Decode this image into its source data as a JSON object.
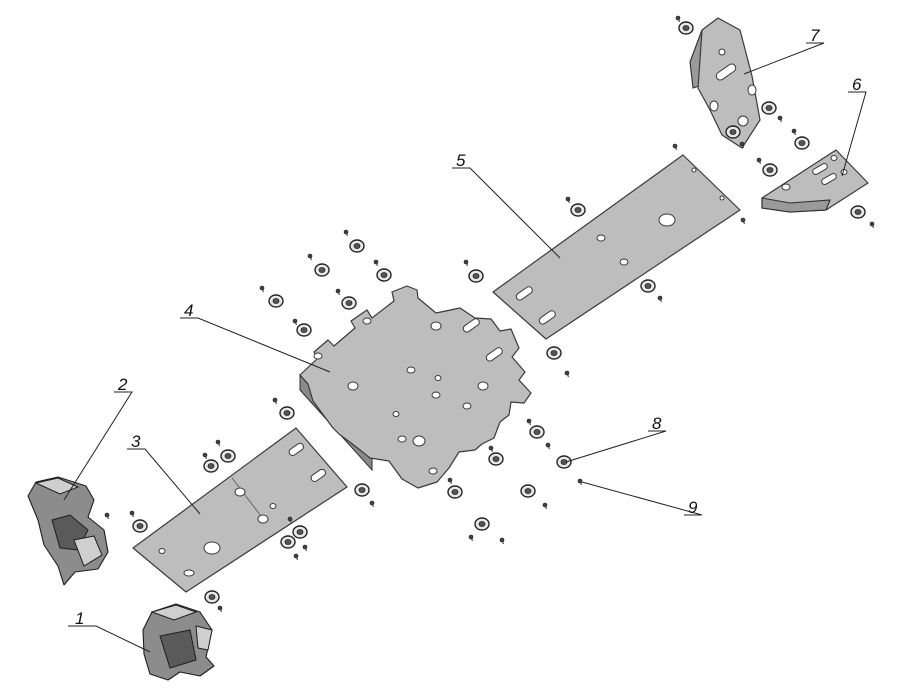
{
  "callouts": {
    "c1": "1",
    "c2": "2",
    "c3": "3",
    "c4": "4",
    "c5": "5",
    "c6": "6",
    "c7": "7",
    "c8": "8",
    "c9": "9"
  },
  "colors": {
    "plate": "#bdbdbd",
    "outline": "#3a3a3a",
    "background": "#ffffff"
  }
}
